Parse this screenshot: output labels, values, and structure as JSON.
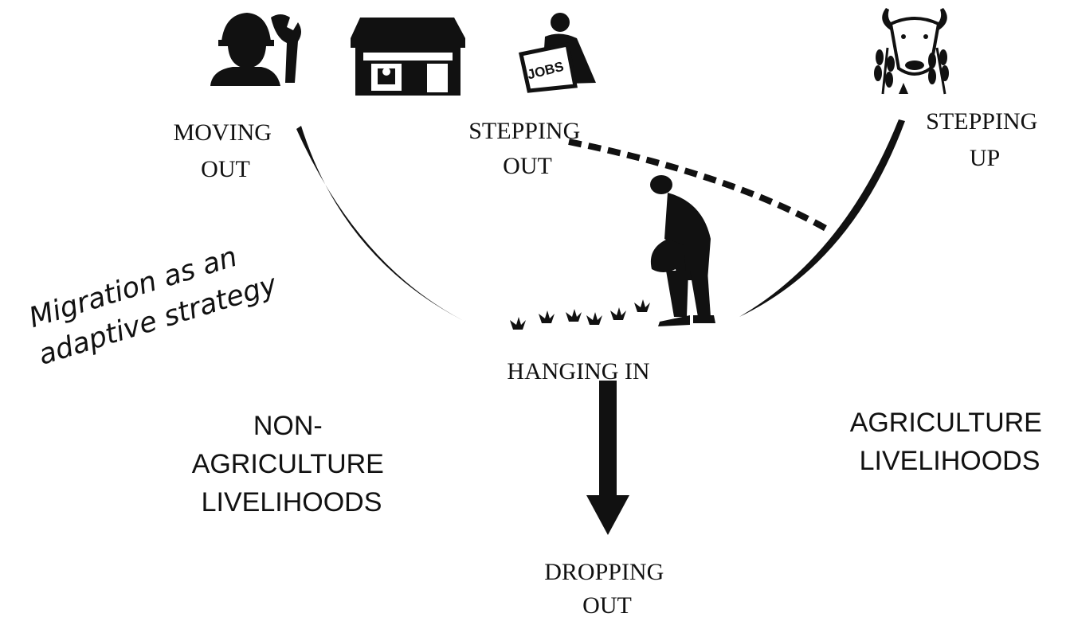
{
  "labels": {
    "moving_out": [
      "MOVING",
      "OUT"
    ],
    "stepping_out": [
      "STEPPING",
      "OUT"
    ],
    "stepping_up": [
      "STEPPING",
      "UP"
    ],
    "hanging_in": "HANGING IN",
    "dropping_out": [
      "DROPPING",
      "OUT"
    ],
    "non_agriculture": [
      "NON-",
      "AGRICULTURE",
      "LIVELIHOODS"
    ],
    "agriculture": [
      "AGRICULTURE",
      "LIVELIHOODS"
    ],
    "migration_note": [
      "Migration as an",
      "adaptive strategy"
    ]
  },
  "icons": {
    "worker": "worker-with-wrench-icon",
    "shop": "shop-storefront-icon",
    "jobs": "person-reading-jobs-newspaper-icon",
    "farm": "cow-and-wheat-icon",
    "farmer": "farmer-planting-icon",
    "seedlings": "seedling-icon"
  },
  "newspaper_text": "JOBS",
  "colors": {
    "ink": "#111111",
    "background": "#ffffff"
  }
}
